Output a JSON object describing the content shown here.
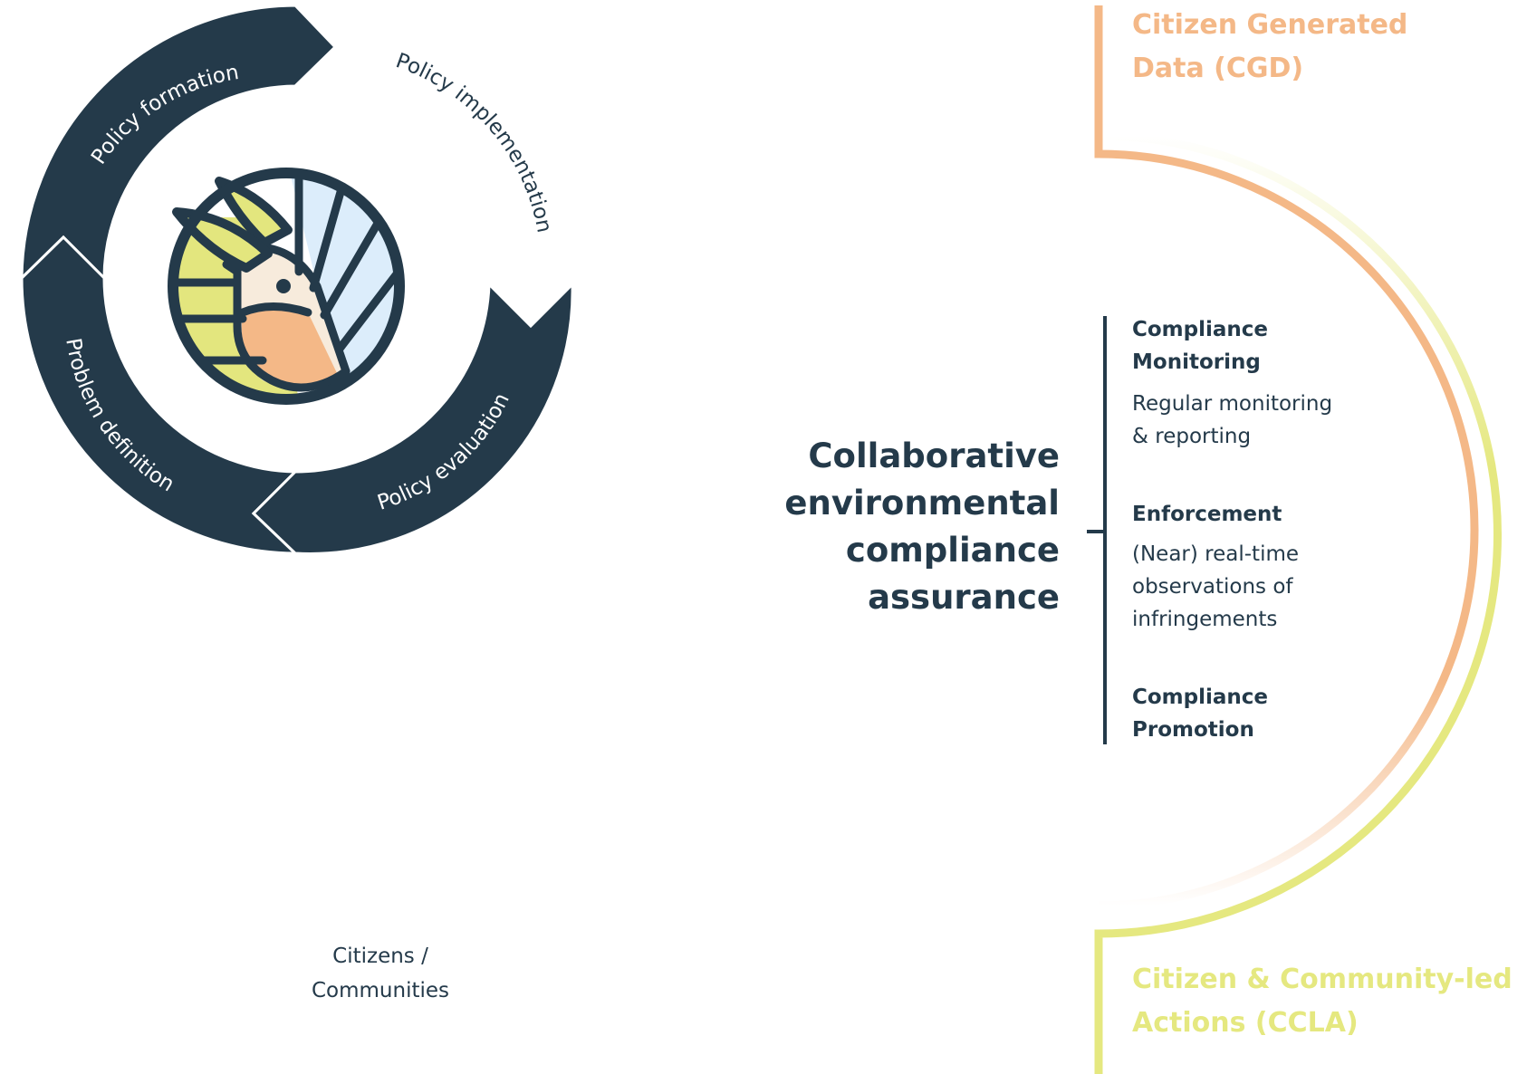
{
  "cycle": {
    "stages": [
      {
        "label": "Policy formation"
      },
      {
        "label": "Policy implementation"
      },
      {
        "label": "Policy evaluation"
      },
      {
        "label": "Problem definition"
      }
    ],
    "citizens_line1": "Citizens /",
    "citizens_line2": "Communities"
  },
  "logo": {
    "icon": "bird-logo-icon"
  },
  "assurance": {
    "title_lines": [
      "Collaborative",
      "environmental",
      "compliance",
      "assurance"
    ],
    "sections": [
      {
        "title_lines": [
          "Compliance",
          "Monitoring"
        ],
        "desc_lines": [
          "Regular monitoring",
          "& reporting"
        ]
      },
      {
        "title_lines": [
          "Enforcement"
        ],
        "desc_lines": [
          "(Near) real-time",
          "observations of",
          "infringements"
        ]
      },
      {
        "title_lines": [
          "Compliance",
          "Promotion"
        ],
        "desc_lines": []
      }
    ]
  },
  "cgd": {
    "lines": [
      "Citizen Generated",
      "Data (CGD)"
    ]
  },
  "ccla": {
    "lines": [
      "Citizen & Community-led",
      "Actions (CCLA)"
    ]
  },
  "colors": {
    "navy": "#243a4a",
    "orange": "#f4b887",
    "yellow": "#e5e880",
    "light_blue": "#dcedfb",
    "cream": "#f7ebdc",
    "leaf_green": "#e3e67e"
  }
}
